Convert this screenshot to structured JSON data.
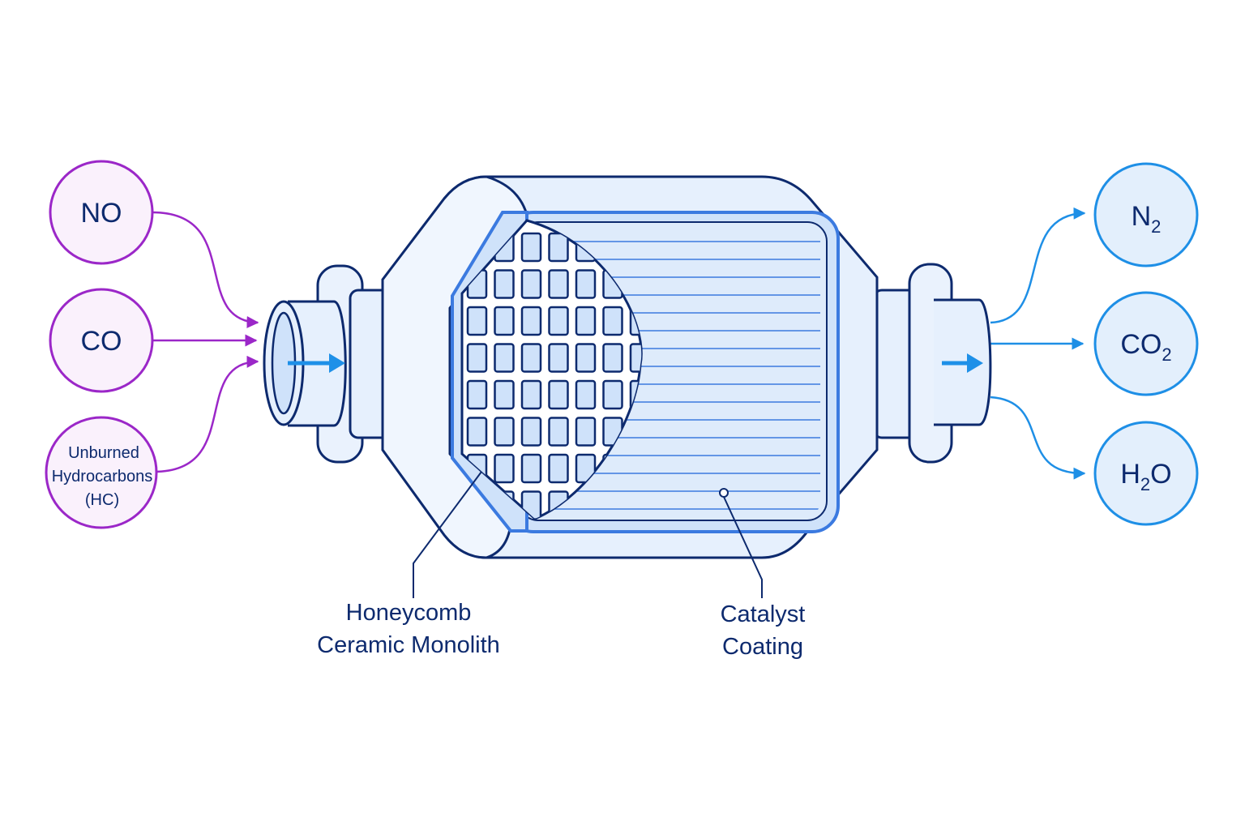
{
  "colors": {
    "background": "#ffffff",
    "outline": "#0d2a6e",
    "body_fill": "#e6f0fd",
    "body_fill_light": "#f0f6fe",
    "core_blue": "#3b7ae0",
    "core_fill": "#cfe2fa",
    "input_purple": "#9b27c8",
    "input_fill": "#faf1fc",
    "output_blue": "#1e8fe6",
    "output_fill": "#e3effc",
    "flow_arrow": "#1e90e8"
  },
  "inputs": [
    {
      "label": "NO",
      "icon": "circle"
    },
    {
      "label": "CO",
      "icon": "circle"
    },
    {
      "lines": [
        "Unburned",
        "Hydrocarbons",
        "(HC)"
      ],
      "icon": "circle"
    }
  ],
  "outputs": [
    {
      "base": "N",
      "sub": "2",
      "icon": "circle"
    },
    {
      "base": "CO",
      "sub": "2",
      "icon": "circle"
    },
    {
      "base": "H",
      "sub": "2",
      "tail": "O",
      "icon": "circle"
    }
  ],
  "callouts": {
    "monolith": [
      "Honeycomb",
      "Ceramic Monolith"
    ],
    "coating": [
      "Catalyst",
      "Coating"
    ]
  },
  "icons": {
    "inlet_arrow": "arrow-right-icon",
    "outlet_arrow": "arrow-right-icon"
  }
}
